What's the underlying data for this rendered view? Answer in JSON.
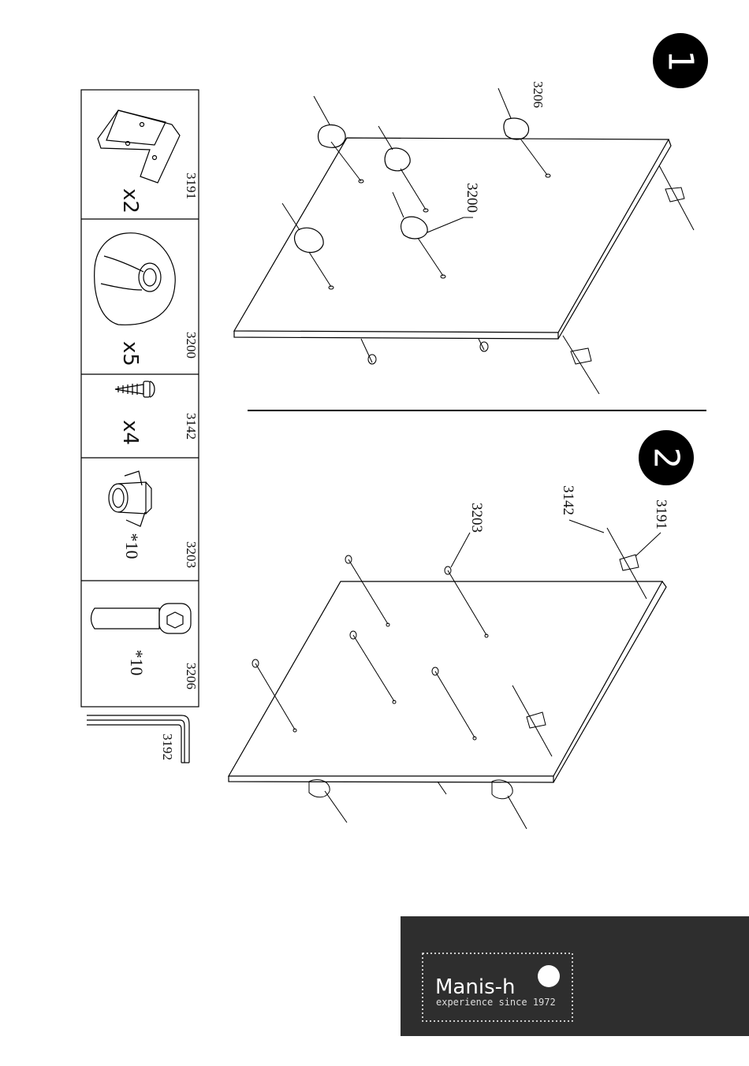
{
  "steps": [
    {
      "number": "1"
    },
    {
      "number": "2"
    }
  ],
  "parts": [
    {
      "code": "3191",
      "qty": "x2"
    },
    {
      "code": "3200",
      "qty": "x5"
    },
    {
      "code": "3142",
      "qty": "x4"
    },
    {
      "code": "3203",
      "qty": "*10"
    },
    {
      "code": "3206",
      "qty": "*10"
    }
  ],
  "tool": {
    "code": "3192"
  },
  "callouts_step1": {
    "a": "3206",
    "b": "3200"
  },
  "callouts_step2": {
    "a": "3203",
    "b": "3142",
    "c": "3191"
  },
  "brand": {
    "name": "Manis-h",
    "tagline": "experience since 1972"
  }
}
